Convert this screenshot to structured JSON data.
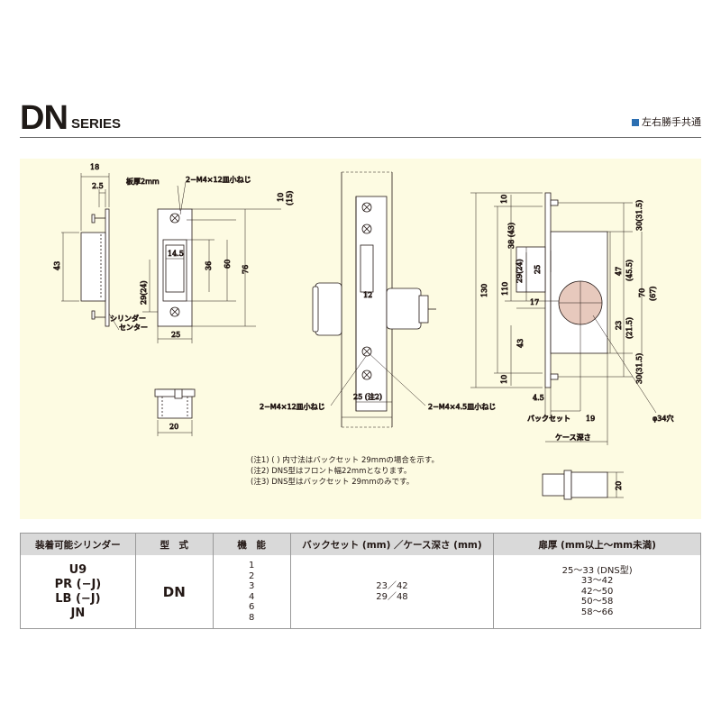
{
  "header": {
    "series_main": "DN",
    "series_sub": "SERIES",
    "badge": "左右勝手共通",
    "badge_color": "#2c6fb2"
  },
  "drawing": {
    "dims": {
      "d18": "18",
      "d2_5": "2.5",
      "d43": "43",
      "d14_5": "14.5",
      "d36": "36",
      "d60": "60",
      "d76": "76",
      "d29_24": "29(24)",
      "d25": "25",
      "d20": "20",
      "d10": "10",
      "d15p": "(15)",
      "d12": "12",
      "d25_note2": "25 (注2)",
      "d130": "130",
      "d110": "110",
      "d38_43": "38 (43)",
      "d29_24b": "29(24)",
      "d25b": "25",
      "d17": "17",
      "d43b": "43",
      "d10b": "10",
      "d10c": "10",
      "d30_31_5": "30(31.5)",
      "d47": "47",
      "d45_5": "(45.5)",
      "d70": "70",
      "d67": "(67)",
      "d23": "23",
      "d21_5": "(21.5)",
      "d30_31_5b": "30(31.5)",
      "d4_5": "4.5",
      "d19": "19",
      "d20b": "20"
    },
    "labels": {
      "plate_thickness": "板厚2mm",
      "screw_top": "2−M4×12皿小ねじ",
      "cylinder_center": "シリンダー\nセンター",
      "screw_bottom_left": "2−M4×12皿小ねじ",
      "screw_bottom_right": "2−M4×4.5皿小ねじ",
      "backset": "バックセット",
      "case_depth": "ケース深さ",
      "hole": "φ34穴"
    }
  },
  "notes": [
    "(注1) (  ) 内寸法はバックセット 29mmの場合を示す。",
    "(注2) DNS型はフロント幅22mmとなります。",
    "(注3) DNS型はバックセット 29mmのみです。"
  ],
  "table": {
    "headers": [
      "装着可能シリンダー",
      "型　式",
      "機　能",
      "バックセット (mm) ／ケース深さ (mm)",
      "扉厚 (mm以上〜mm未満)"
    ],
    "cylinders": [
      "U9",
      "PR (−J)",
      "LB (−J)",
      "JN"
    ],
    "model": "DN",
    "functions": [
      "1",
      "2",
      "3",
      "4",
      "6",
      "8"
    ],
    "backsets": [
      "23／42",
      "29／48"
    ],
    "door_thickness": [
      "25〜33 (DNS型)",
      "33〜42",
      "42〜50",
      "50〜58",
      "58〜66"
    ]
  }
}
